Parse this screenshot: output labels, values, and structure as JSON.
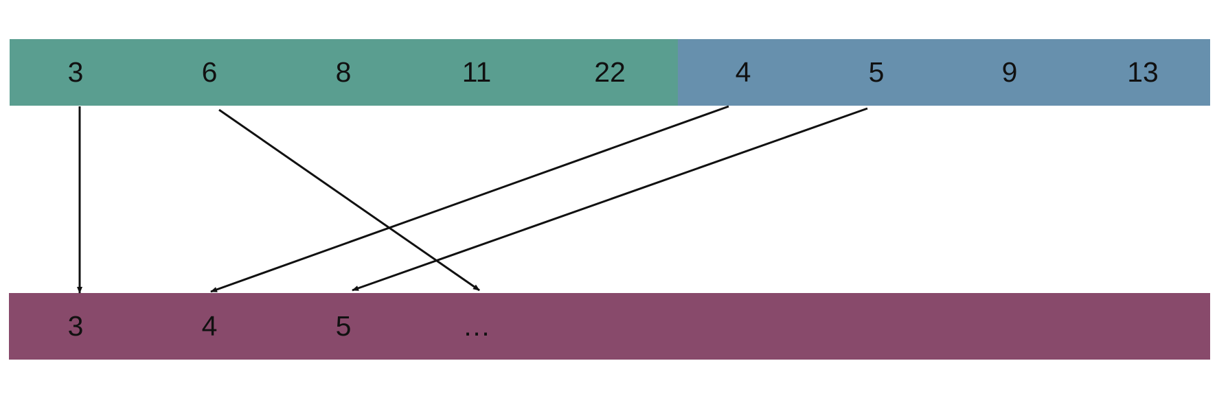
{
  "diagram": {
    "left_run": {
      "values": [
        "3",
        "6",
        "8",
        "11",
        "22"
      ],
      "color": "#5a9e90"
    },
    "right_run": {
      "values": [
        "4",
        "5",
        "9",
        "13"
      ],
      "color": "#6790ad"
    },
    "merged_output": {
      "values": [
        "3",
        "4",
        "5",
        "…"
      ],
      "color": "#884a6b"
    },
    "arrow_color": "#111111",
    "arrows": [
      {
        "from": "left_run[0]",
        "to": "merged_output[0]"
      },
      {
        "from": "left_run[1]",
        "to": "merged_output[3]"
      },
      {
        "from": "right_run[0]",
        "to": "merged_output[1]"
      },
      {
        "from": "right_run[1]",
        "to": "merged_output[2]"
      }
    ]
  }
}
